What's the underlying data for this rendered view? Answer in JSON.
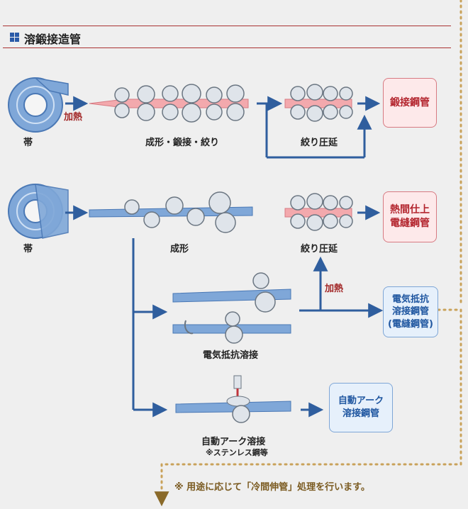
{
  "header": {
    "title": "溶鍛接造管"
  },
  "process1": {
    "strip_label": "帯",
    "heat_label": "加熱",
    "forming_label": "成形・鍛接・絞り",
    "reducing_label": "絞り圧延",
    "product_label": "鍛接鋼管"
  },
  "process2": {
    "strip_label": "帯",
    "forming_label": "成形",
    "reducing_label": "絞り圧延",
    "hot_product_line1": "熱間仕上",
    "hot_product_line2": "電縫鋼管",
    "heat_label": "加熱",
    "erw_label": "電気抵抗溶接",
    "erw_product_line1": "電気抵抗",
    "erw_product_line2": "溶接鋼管",
    "erw_product_line3": "(電縫鋼管)",
    "arc_label": "自動アーク溶接",
    "arc_sublabel": "※ステンレス鋼等",
    "arc_product_line1": "自動アーク",
    "arc_product_line2": "溶接鋼管"
  },
  "footer": {
    "note": "※ 用途に応じて「冷間伸管」処理を行います。"
  },
  "colors": {
    "accent_red": "#b3252e",
    "accent_blue": "#1f56a0",
    "pipe_blue": "#7fa7d8",
    "pipe_pink": "#f3a9ad",
    "arrow": "#2f5e9e"
  }
}
